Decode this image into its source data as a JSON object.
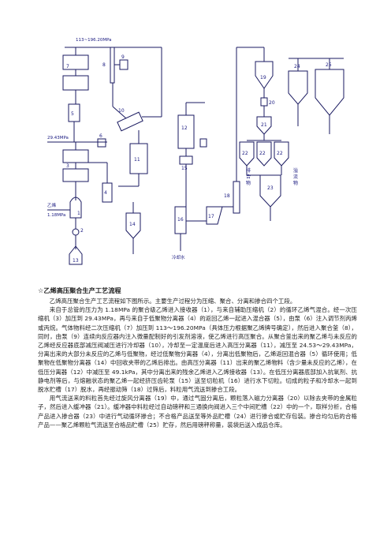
{
  "diagram": {
    "labels": {
      "top_pressure": "113~196.20MPa",
      "pressure_2": "29.43MPa",
      "ethylene": "乙烯",
      "pressure_1": "1.18MPa",
      "cooling_water": "冷却水",
      "discharge_left": "排\n合\n物",
      "discharge_right": "溢\n流\n物"
    },
    "numbers": [
      "1",
      "2",
      "3",
      "4",
      "5",
      "6",
      "7",
      "8",
      "9",
      "10",
      "11",
      "12",
      "13",
      "14",
      "15",
      "16",
      "17",
      "18",
      "19",
      "20",
      "21",
      "22",
      "23",
      "24",
      "25"
    ]
  },
  "article": {
    "title": "☆乙烯高压聚合生产工艺流程",
    "paragraphs": [
      "乙烯高压聚合生产工艺流程如下图所示。主要生产过程分为压缩、聚合、分离和掺合四个工段。",
      "来自于总管的压力为 1.18MPa 的聚合级乙烯进入接收器（1），与来自辅助压缩机（2）的循环乙烯气混合。经一次压缩机（3）加压到 29.43MPa，再与来自于低聚物分离器（4）的返回乙烯一起进入混合器（5），由泵（6）注入调节剂丙烯或丙烷。气体物料经二次压缩机（7）加压到 113～196.20MPa（具体压力根据聚乙烯牌号确定），然后进入聚合釜（8），同时，由泵（9）连续向反应器内注入微量配制好的引发剂溶液，使乙烯进行高压聚合。从聚合釜出来的聚乙烯与未反应的乙烯经反应器底部减压阀减压进行冷却器（10），冷却至一定温度后进入高压分离器（11），减压至 24.53～29.43MPa，分离出来的大部分未反应的乙烯与低聚物，经过低聚物分离器（4），分离出低聚物后，乙烯返回混合器（5）循环使用；低聚物在低聚物分离器（14）中回收夹带的乙烯后排出。由高压分离器（11）出来的聚乙烯物料（含少量未反应的乙烯），在低压分离器（12）中减压至 49.1kPa，其中分离出来的残余乙烯进入乙烯接收器（13）。在低压分离器底部加入抗氧剂、抗静电剂等后，与熔融状态的聚乙烯一起经挤压齿轮泵（15）送至切粒机（16）进行水下切粒。切成的粒子和冷却水一起到脱水贮槽（17）脱水，再经振动筛（18）过筛后，料粒用气流送到掺合工段。",
      "用气流送来的料粒首先经过旋风分离器（19）中，通过气固分离后，颗粒落入磁力分离器（20）以除去夹带的金属粒子，然后进入缓冲器（21）。缓冲器中料粒经过自动磅秤和三通换向阀进入三个中间贮槽（22）中的一个，取样分析，合格产品进入掺合器（23）中进行气动循环掺合；不合格产品送至等外品贮槽（24）进行掺合或贮存包装。掺合均匀后的合格产品——聚乙烯颗粒气流送至合格品贮槽（25）贮存，然后用磅秤称量，装袋后送入成品仓库。"
    ]
  }
}
